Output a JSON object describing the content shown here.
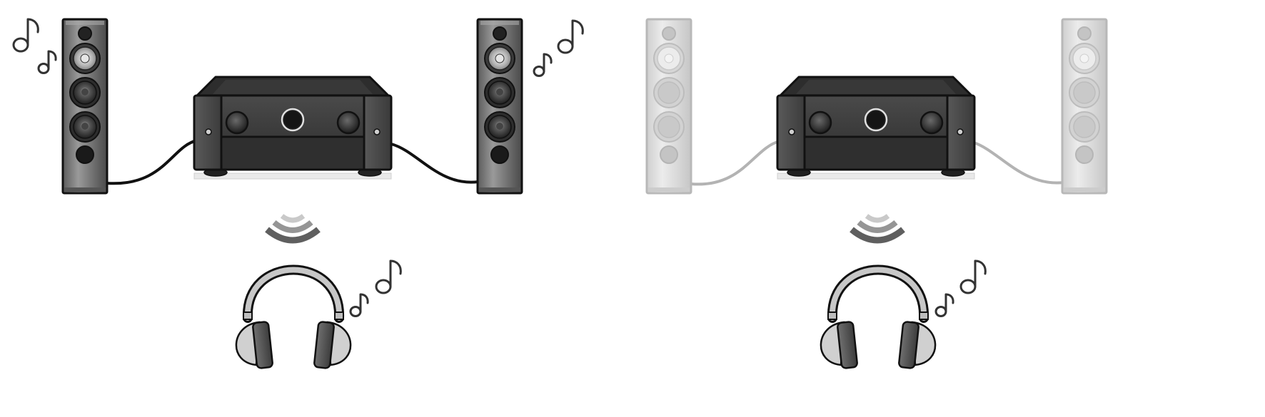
{
  "colors": {
    "outline": "#111111",
    "cable_active": "#111111",
    "cable_inactive": "#b3b3b3",
    "speaker_active_body": "#7a7a7a",
    "speaker_inactive_body": "#dcdcdc",
    "receiver_body": "#3d3d3d",
    "receiver_top": "#2a2a2a",
    "shelf": "#e6e6e6",
    "headphone_band": "#c9c9c9",
    "headphone_cup": "#cfcfcf",
    "note": "#333333"
  },
  "panels": [
    {
      "id": "left",
      "state": "speakers-and-headphones-playing",
      "speakers_active": true,
      "speaker_notes_visible": true,
      "headphone_notes_visible": true,
      "icons": [
        "music-note-icon",
        "speaker-icon",
        "av-receiver-icon",
        "wireless-signal-icon",
        "headphones-icon"
      ]
    },
    {
      "id": "right",
      "state": "headphones-only-playing",
      "speakers_active": false,
      "speaker_notes_visible": false,
      "headphone_notes_visible": true,
      "icons": [
        "speaker-icon",
        "av-receiver-icon",
        "wireless-signal-icon",
        "headphones-icon",
        "music-note-icon"
      ]
    }
  ]
}
